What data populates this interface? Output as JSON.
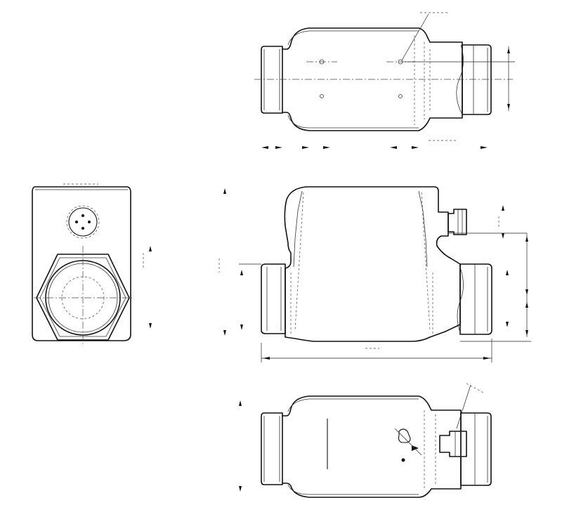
{
  "drawing": {
    "line_color": "#111111",
    "background": "#ffffff",
    "views": [
      "top-view",
      "front-view",
      "side-view",
      "bottom-view"
    ]
  }
}
